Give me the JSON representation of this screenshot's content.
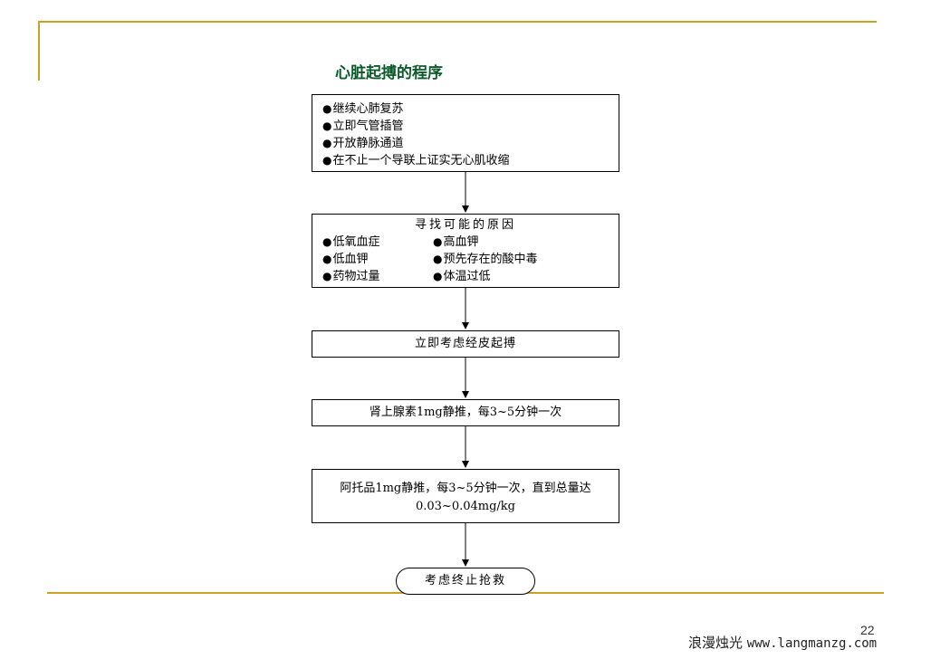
{
  "title": "心脏起搏的程序",
  "boxes": {
    "b1": {
      "items": [
        "继续心肺复苏",
        "立即气管插管",
        "开放静脉通道",
        "在不止一个导联上证实无心肌收缩"
      ]
    },
    "b2": {
      "heading": "寻找可能的原因",
      "left": [
        "低氧血症",
        "低血钾",
        "药物过量"
      ],
      "right": [
        "高血钾",
        "预先存在的酸中毒",
        "体温过低"
      ]
    },
    "b3": {
      "text": "立即考虑经皮起搏"
    },
    "b4": {
      "text": "肾上腺素1mg静推，每3~5分钟一次"
    },
    "b5": {
      "line1": "阿托品1mg静推，每3~5分钟一次，直到总量达",
      "line2": "0.03~0.04mg/kg"
    },
    "b6": {
      "text": "考虑终止抢救"
    }
  },
  "bullet": "●",
  "page_number": "22",
  "footer": {
    "brand": "浪漫烛光",
    "url": "www.langmanzg.com"
  },
  "colors": {
    "accent_rule": "#c9a227",
    "title": "#0b5a2a"
  }
}
